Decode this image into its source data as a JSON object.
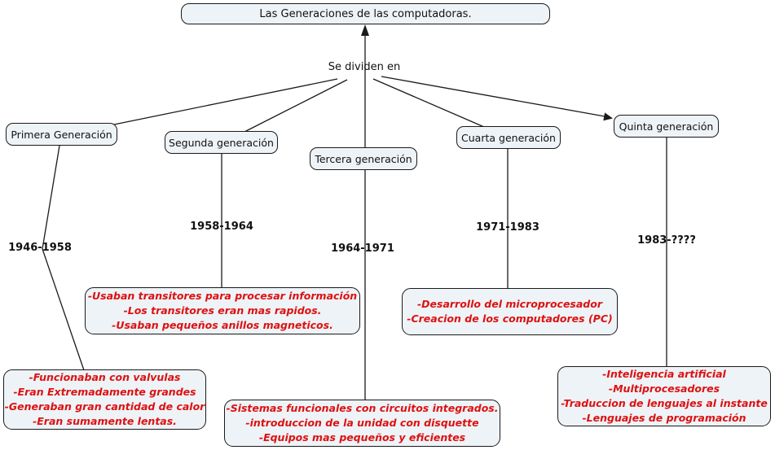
{
  "title": "Las Generaciones de las computadoras.",
  "divider_label": "Se dividen en",
  "colors": {
    "node_fill": "#eef3f7",
    "node_border": "#1a1a1a",
    "detail_text": "#dd1111",
    "line": "#1a1a1a"
  },
  "generations": [
    {
      "name": "Primera Generación",
      "period": "1946-1958",
      "details": [
        "-Funcionaban con valvulas",
        "-Eran Extremadamente grandes",
        "-Generaban gran cantidad de calor",
        "-Eran sumamente lentas."
      ]
    },
    {
      "name": "Segunda generación",
      "period": "1958-1964",
      "details": [
        "-Usaban transitores para procesar información",
        "-Los transitores eran mas rapidos.",
        "-Usaban pequeños anillos magneticos."
      ]
    },
    {
      "name": "Tercera generación",
      "period": "1964-1971",
      "details": [
        "-Sistemas funcionales con circuitos integrados.",
        "-introduccion de la unidad con disquette",
        "-Equipos mas pequeños y eficientes"
      ]
    },
    {
      "name": "Cuarta generación",
      "period": "1971-1983",
      "details": [
        "-Desarrollo del microprocesador",
        "-Creacion de los computadores (PC)"
      ]
    },
    {
      "name": "Quinta generación",
      "period": "1983-????",
      "details": [
        "-Inteligencia artificial",
        "-Multiprocesadores",
        "-Traduccion de lenguajes al instante",
        "-Lenguajes de programación"
      ]
    }
  ]
}
